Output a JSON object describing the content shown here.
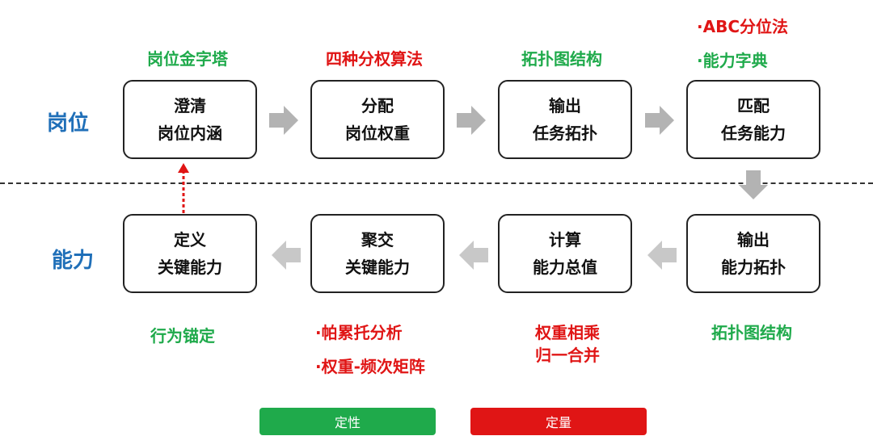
{
  "rows": {
    "top": "岗位",
    "bottom": "能力"
  },
  "top_boxes": [
    {
      "line1": "澄清",
      "line2": "岗位内涵"
    },
    {
      "line1": "分配",
      "line2": "岗位权重"
    },
    {
      "line1": "输出",
      "line2": "任务拓扑"
    },
    {
      "line1": "匹配",
      "line2": "任务能力"
    }
  ],
  "bottom_boxes": [
    {
      "line1": "定义",
      "line2": "关键能力"
    },
    {
      "line1": "聚交",
      "line2": "关键能力"
    },
    {
      "line1": "计算",
      "line2": "能力总值"
    },
    {
      "line1": "输出",
      "line2": "能力拓扑"
    }
  ],
  "top_notes": {
    "n1": "岗位金字塔",
    "n2": "四种分权算法",
    "n3": "拓扑图结构",
    "n4a": "·ABC分位法",
    "n4b": "·能力字典"
  },
  "bottom_notes": {
    "n1": "行为锚定",
    "n2a": "·帕累托分析",
    "n2b": "·权重-频次矩阵",
    "n3a": "权重相乘",
    "n3b": "归一合并",
    "n4": "拓扑图结构"
  },
  "legend": {
    "qualitative": "定性",
    "quantitative": "定量"
  },
  "colors": {
    "green": "#1faa4b",
    "red": "#e01515",
    "blue": "#1f6fb8",
    "arrow_gray": "#b3b3b3"
  }
}
